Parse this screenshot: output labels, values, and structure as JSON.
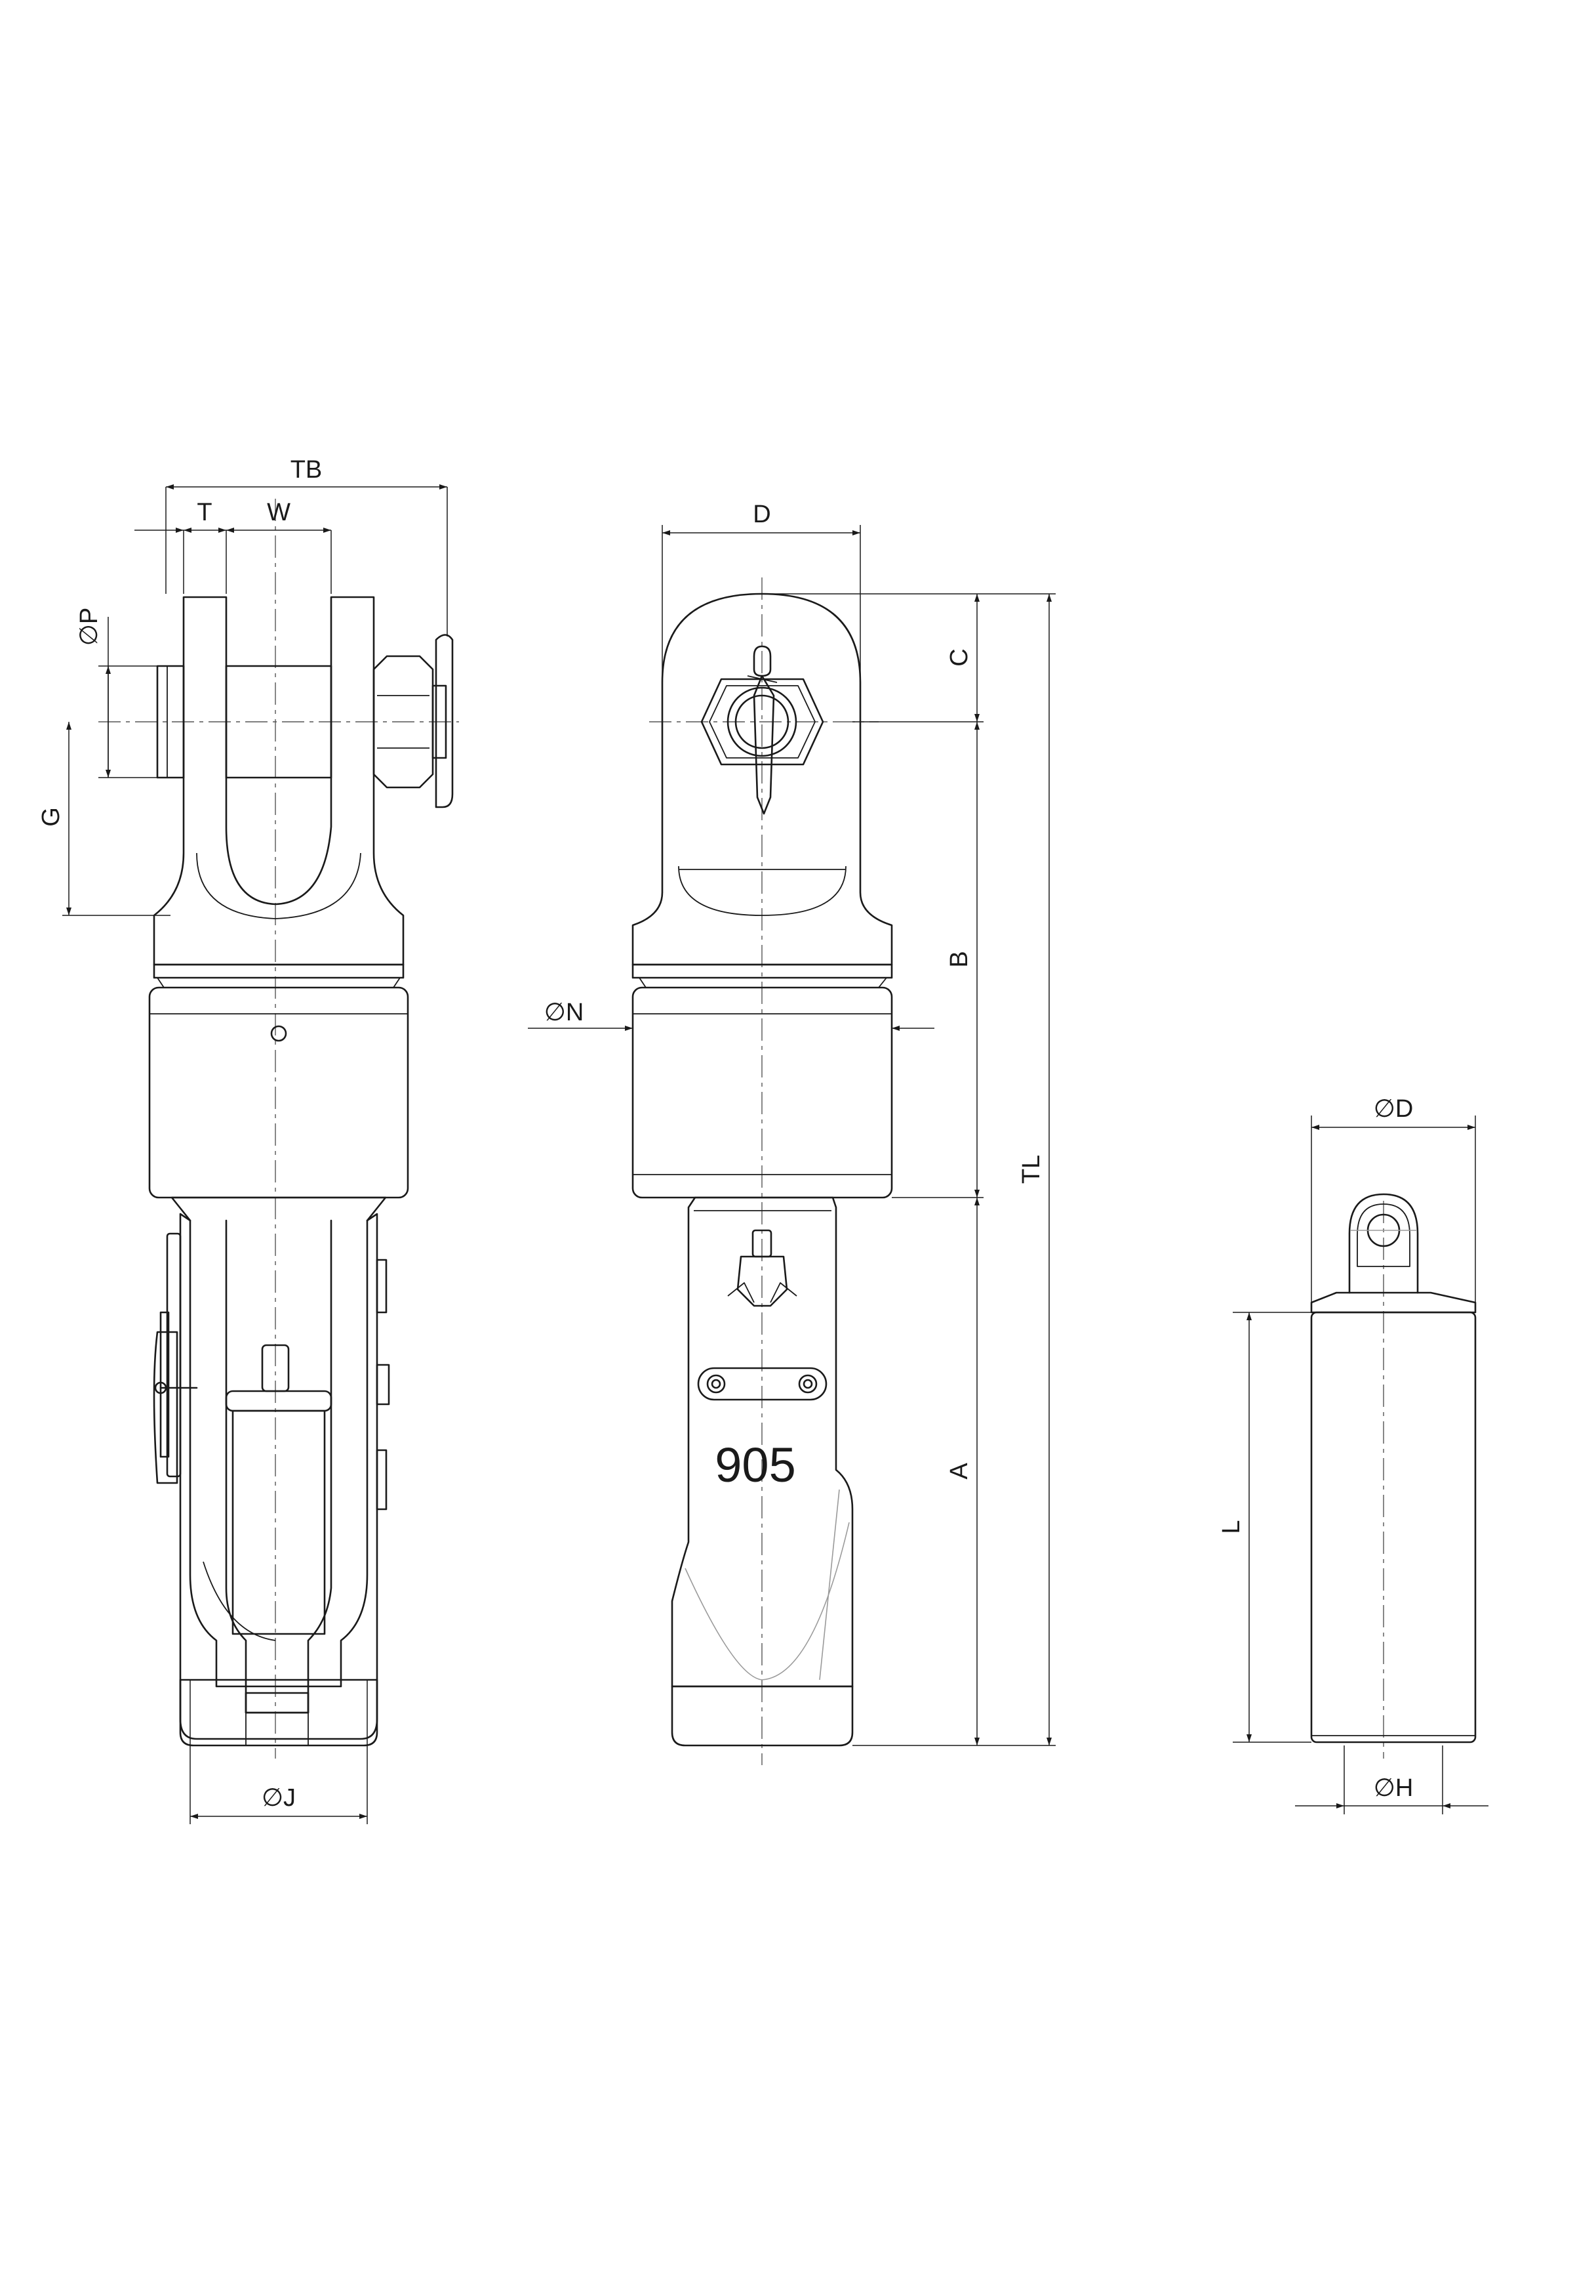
{
  "drawing": {
    "views": [
      "side-view",
      "front-view",
      "cylinder-view"
    ],
    "part_marking": "905",
    "dimensions": {
      "TB": "TB",
      "T": "T",
      "W": "W",
      "P": "∅P",
      "G": "G",
      "D": "D",
      "C": "C",
      "B": "B",
      "TL": "TL",
      "N": "∅N",
      "A": "A",
      "J": "∅J",
      "D2": "∅D",
      "L": "L",
      "H": "∅H"
    }
  }
}
